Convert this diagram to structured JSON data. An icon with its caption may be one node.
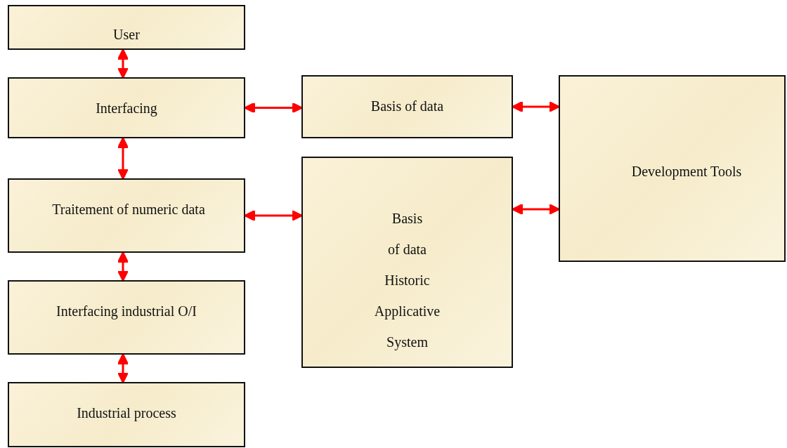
{
  "diagram": {
    "nodes": [
      {
        "text": [
          "User"
        ]
      },
      {
        "text": [
          "Interfacing"
        ]
      },
      {
        "text": [
          "Traitement of numeric data"
        ]
      },
      {
        "text": [
          "Interfacing industrial O/I"
        ]
      },
      {
        "text": [
          "Industrial process"
        ]
      },
      {
        "text": [
          "Basis of data"
        ]
      },
      {
        "text": [
          "Basis",
          "of data",
          "Historic",
          "Applicative",
          "System"
        ]
      },
      {
        "text": [
          "Development Tools"
        ]
      }
    ],
    "edges": [
      {
        "from": 0,
        "to": 1,
        "arrow": "both",
        "color": "#ff0000"
      },
      {
        "from": 1,
        "to": 5,
        "arrow": "both",
        "color": "#ff0000"
      },
      {
        "from": 1,
        "to": 2,
        "arrow": "both",
        "color": "#ff0000"
      },
      {
        "from": 2,
        "to": 6,
        "arrow": "both",
        "color": "#ff0000"
      },
      {
        "from": 2,
        "to": 3,
        "arrow": "both",
        "color": "#ff0000"
      },
      {
        "from": 3,
        "to": 4,
        "arrow": "both",
        "color": "#ff0000"
      },
      {
        "from": 5,
        "to": 7,
        "arrow": "both",
        "color": "#ff0000"
      },
      {
        "from": 6,
        "to": 7,
        "arrow": "both",
        "color": "#ff0000"
      }
    ]
  }
}
